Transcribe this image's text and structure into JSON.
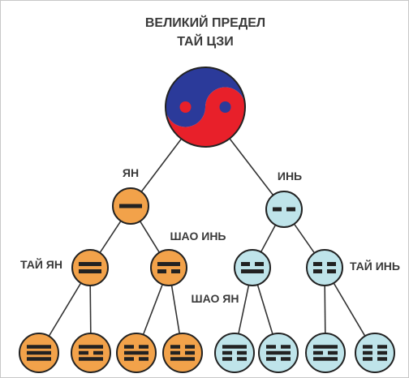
{
  "title": {
    "line1": "ВЕЛИКИЙ ПРЕДЕЛ",
    "line2": "ТАЙ ЦЗИ"
  },
  "labels": {
    "yang": "ЯН",
    "yin": "ИНЬ",
    "tai_yang": "ТАЙ ЯН",
    "shao_yin": "ШАО ИНЬ",
    "shao_yang": "ШАО ЯН",
    "tai_yin": "ТАЙ ИНЬ"
  },
  "colors": {
    "yang_fill": "#f2a24a",
    "yin_fill": "#bfe4ea",
    "taiji_red": "#e8202a",
    "taiji_blue": "#2b3a9a",
    "stroke": "#222222",
    "edge": "#333333"
  },
  "tree": {
    "root": "taiji",
    "level1": [
      {
        "id": "yang",
        "lines": [
          "1"
        ],
        "polarity": "yang"
      },
      {
        "id": "yin",
        "lines": [
          "0"
        ],
        "polarity": "yin"
      }
    ],
    "level2": [
      {
        "id": "tai_yang",
        "parent": "yang",
        "lines": [
          "1",
          "1"
        ],
        "polarity": "yang"
      },
      {
        "id": "shao_yin",
        "parent": "yang",
        "lines": [
          "1",
          "0"
        ],
        "polarity": "yang"
      },
      {
        "id": "shao_yang",
        "parent": "yin",
        "lines": [
          "0",
          "1"
        ],
        "polarity": "yin"
      },
      {
        "id": "tai_yin",
        "parent": "yin",
        "lines": [
          "0",
          "0"
        ],
        "polarity": "yin"
      }
    ],
    "level3": [
      {
        "id": "trigram-1",
        "parent": "tai_yang",
        "lines": [
          "1",
          "1",
          "1"
        ],
        "polarity": "yang"
      },
      {
        "id": "trigram-2",
        "parent": "tai_yang",
        "lines": [
          "1",
          "0",
          "1"
        ],
        "polarity": "yang"
      },
      {
        "id": "trigram-3",
        "parent": "shao_yin",
        "lines": [
          "0",
          "1",
          "0"
        ],
        "polarity": "yang"
      },
      {
        "id": "trigram-4",
        "parent": "shao_yin",
        "lines": [
          "0",
          "0",
          "1"
        ],
        "polarity": "yang"
      },
      {
        "id": "trigram-5",
        "parent": "shao_yang",
        "lines": [
          "1",
          "0",
          "0"
        ],
        "polarity": "yin"
      },
      {
        "id": "trigram-6",
        "parent": "shao_yang",
        "lines": [
          "0",
          "1",
          "0"
        ],
        "polarity": "yin"
      },
      {
        "id": "trigram-7",
        "parent": "tai_yin",
        "lines": [
          "1",
          "0",
          "1"
        ],
        "polarity": "yin"
      },
      {
        "id": "trigram-8",
        "parent": "tai_yin",
        "lines": [
          "0",
          "0",
          "0"
        ],
        "polarity": "yin"
      }
    ]
  }
}
